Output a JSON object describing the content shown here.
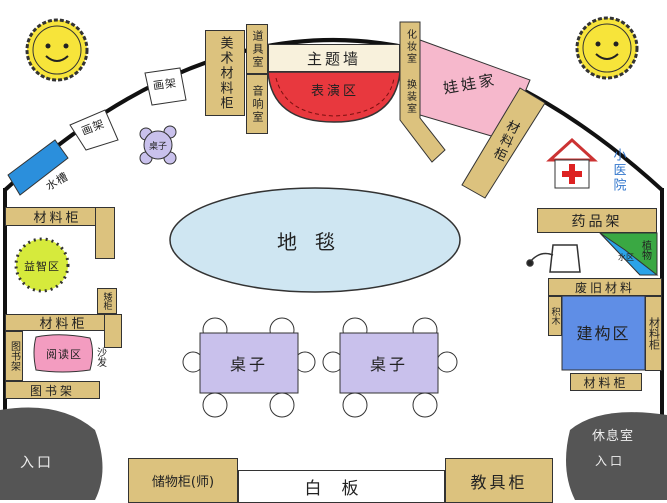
{
  "title": "",
  "colors": {
    "cabinet": "#dcc27e",
    "sun": "#f7e43a",
    "performance": "#e8383e",
    "doll_house": "#f6b8cc",
    "carpet": "#cfe6f2",
    "tables": "#c9c1ec",
    "puzzle": "#d6ea3c",
    "reading": "#f39cc0",
    "building": "#5f8ee6",
    "sink": "#2b8fdc",
    "plants": "#3aa843",
    "entrance": "#555555"
  },
  "labels": {
    "art_cabinet": "美术材料柜",
    "props_room": "道具室",
    "sound_room": "音响室",
    "theme_wall": "主题墙",
    "performance_area": "表演区",
    "makeup_room": "化妆室",
    "dressing_room": "换装室",
    "doll_house": "娃娃家",
    "material_cabinet_top_right": "材料柜",
    "small_hospital": "小医院",
    "easel_1": "画架",
    "easel_2": "画架",
    "small_table": "桌子",
    "sink": "水槽",
    "material_cabinet_left_1": "材料柜",
    "puzzle_area": "益智区",
    "low_cabinet": "矮柜",
    "material_cabinet_left_2": "材料柜",
    "bookshelf_side": "图书架",
    "reading_area": "阅读区",
    "sofa": "沙发",
    "bookshelf_bottom": "图书架",
    "carpet": "地毯",
    "table_1": "桌子",
    "table_2": "桌子",
    "medicine_shelf": "药品架",
    "plants": "植物",
    "water_area": "水区",
    "waste_materials": "废旧材料",
    "blocks": "积木",
    "building_area": "建构区",
    "material_cabinet_right_side": "材料柜",
    "material_cabinet_right_bottom": "材料柜",
    "entrance_left": "入口",
    "rest_room": "休息室",
    "entrance_right": "入口",
    "storage_cabinet_teacher": "储物柜(师)",
    "whiteboard": "白板",
    "teaching_aids_cabinet": "教具柜"
  }
}
